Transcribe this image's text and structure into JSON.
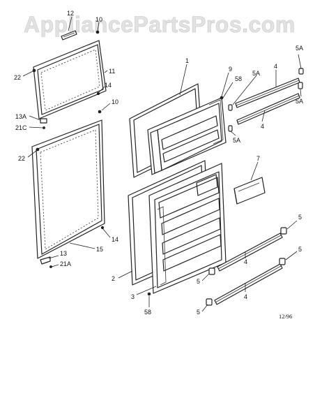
{
  "watermark": "AppliancePartsPros.com",
  "date_code": "12/96",
  "callouts": {
    "c12": "12",
    "c10a": "10",
    "c22a": "22",
    "c11": "11",
    "c14a": "14",
    "c10b": "10",
    "c13a": "13A",
    "c21c": "21C",
    "c22b": "22",
    "c14b": "14",
    "c15": "15",
    "c13": "13",
    "c21a": "21A",
    "c1": "1",
    "c9": "9",
    "c58a": "58",
    "c5a1": "5A",
    "c4a": "4",
    "c5a2": "5A",
    "c5a3": "5A",
    "c4b": "4",
    "c5a4": "5A",
    "c7": "7",
    "c5a": "5",
    "c5b": "5",
    "c4c": "4",
    "c5c": "5",
    "c4d": "4",
    "c5d": "5",
    "c2": "2",
    "c3": "3",
    "c58b": "58"
  }
}
